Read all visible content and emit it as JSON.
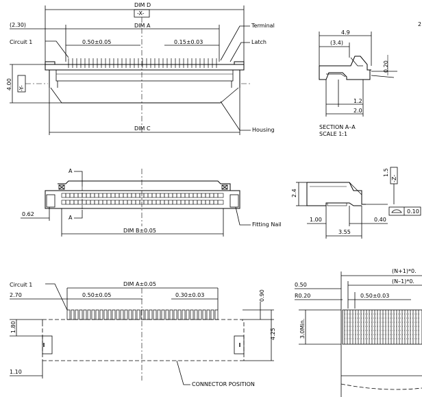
{
  "top_view": {
    "dim_d": "DIM  D",
    "datum_x": "-X-",
    "dim_a": "DIM  A",
    "ref_230": "(2.30)",
    "circuit1": "Circuit  1",
    "pitch": "0.50±0.05",
    "term_w": "0.15±0.03",
    "terminal": "Terminal",
    "latch": "Latch",
    "housing": "Housing",
    "dim_c": "DIM  C",
    "height": "4.00",
    "datum_y": "-Y-"
  },
  "section_view": {
    "w49": "4.9",
    "w34": "(3.4)",
    "h020": "0.20",
    "d12": "1.2",
    "d20": "2.0",
    "title": "SECTION  A–A",
    "scale": "SCALE     1:1",
    "edge_char": "2"
  },
  "front_view": {
    "sec_a_top": "A",
    "sec_a_bot": "A",
    "d062": "0.62",
    "fitting_nail": "Fitting  Nail",
    "dim_b": "DIM  B±0.05"
  },
  "side_view": {
    "h24": "2.4",
    "h15": "1.5",
    "datum_z": "-Z-",
    "flat": "0.10",
    "d100": "1.00",
    "d040": "0.40",
    "d355": "3.55"
  },
  "pcb_layout": {
    "circuit1": "Circuit  1",
    "d270": "2.70",
    "dim_a": "DIM  A±0.05",
    "pitch": "0.50±0.05",
    "pad_w": "0.30±0.03",
    "d090": "0.90",
    "d180": "1.80",
    "d425": "4.25",
    "d110": "1.10",
    "connector_pos": "CONNECTOR  POSITION"
  },
  "fpc_view": {
    "n_plus": "(N+1)*0.",
    "n_minus": "(N–1)*0.",
    "d050": "0.50",
    "r020": "R0.20",
    "pitch": "0.50±0.03",
    "min_len": "3.0Min."
  }
}
